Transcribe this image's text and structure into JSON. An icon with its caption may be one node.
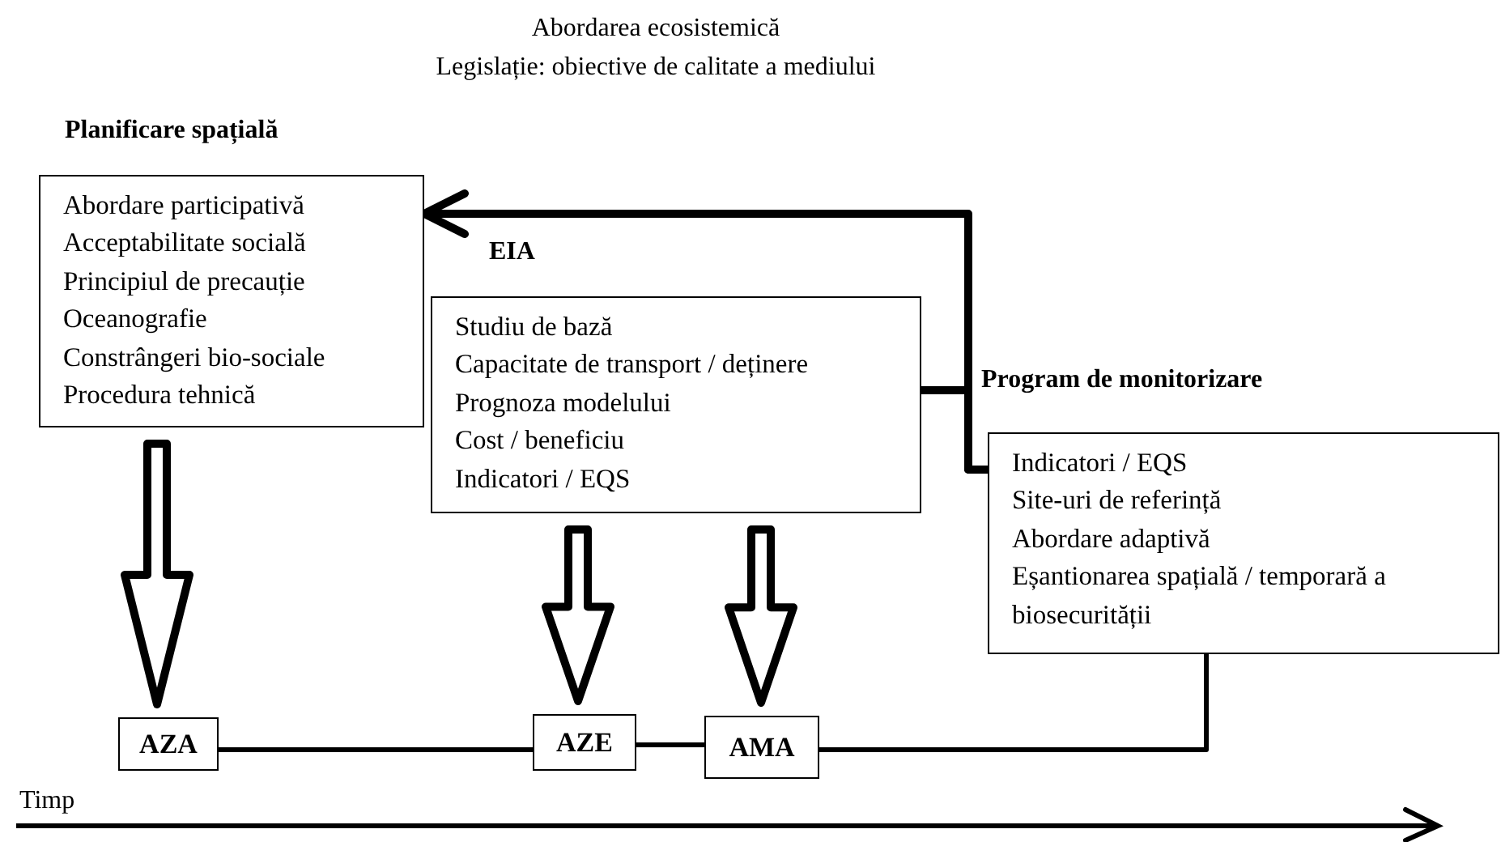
{
  "diagram": {
    "title": "Abordarea ecosistemică",
    "nodes": [
      {
        "text": [
          "Planificare spațială",
          "Abordare participativă",
          "Acceptabilitate socială",
          "Principiul de precauție",
          "Oceanografie",
          "Constrângeri bio-sociale",
          "Procedura tehnică"
        ]
      },
      {
        "text": [
          "EIA",
          "Studiu de bază",
          "Capacitate de transport / deținere",
          "Prognoza modelului",
          "Cost / beneficiu",
          "Indicatori / EQS"
        ]
      },
      {
        "text": [
          "Program de monitorizare",
          "Indicatori / EQS",
          "Site-uri de referință",
          "Abordare adaptivă",
          "Eșantionarea spațială / temporară a biosecurității"
        ]
      },
      {
        "text": [
          "AZA"
        ]
      },
      {
        "text": [
          "AZE"
        ]
      },
      {
        "text": [
          "AMA"
        ]
      }
    ],
    "edges": [
      {
        "from": 2,
        "to": 0,
        "arrow": "to"
      },
      {
        "from": 1,
        "to": 2,
        "arrow": "none"
      },
      {
        "from": 0,
        "to": 3,
        "arrow": "to",
        "style": "thick"
      },
      {
        "from": 1,
        "to": 4,
        "arrow": "to",
        "style": "thick"
      },
      {
        "from": 1,
        "to": 5,
        "arrow": "to",
        "style": "thick"
      },
      {
        "from": 3,
        "to": 4,
        "arrow": "none"
      },
      {
        "from": 4,
        "to": 5,
        "arrow": "none"
      },
      {
        "from": 5,
        "to": 2,
        "arrow": "none"
      }
    ],
    "labels": [
      "Legislație: obiective de calitate a mediului",
      "Timp"
    ]
  }
}
